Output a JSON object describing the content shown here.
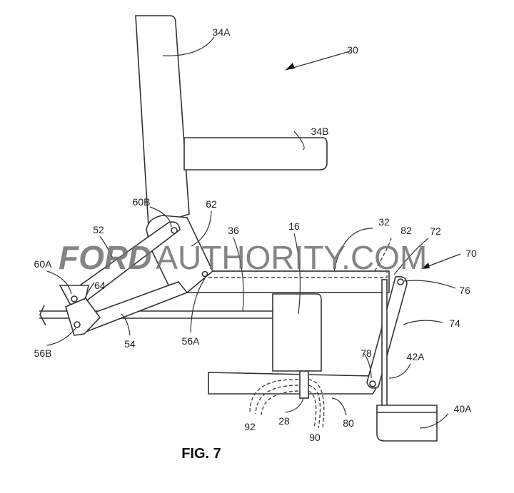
{
  "figure": {
    "caption": "FIG. 7",
    "labels": {
      "seatback": "34A",
      "assembly": "30",
      "cushion": "34B",
      "pivot_upper": "60B",
      "bracket": "62",
      "rail": "36",
      "box": "16",
      "seat_pan": "32",
      "dashed_path": "82",
      "link_top": "72",
      "arrow": "70",
      "link_upper": "52",
      "link_mid": "64",
      "pivot_front": "60A",
      "pivot_rear": "76",
      "rear_link": "74",
      "pivot_pan": "56A",
      "link_lower": "54",
      "pivot_lower": "56B",
      "pivot_bar": "78",
      "rod": "42A",
      "foot": "40A",
      "wires_left": "92",
      "connector": "28",
      "wires_right": "90",
      "bar": "80"
    }
  },
  "watermark": {
    "brand": "FORD",
    "rest": "AUTHORITY.COM"
  }
}
